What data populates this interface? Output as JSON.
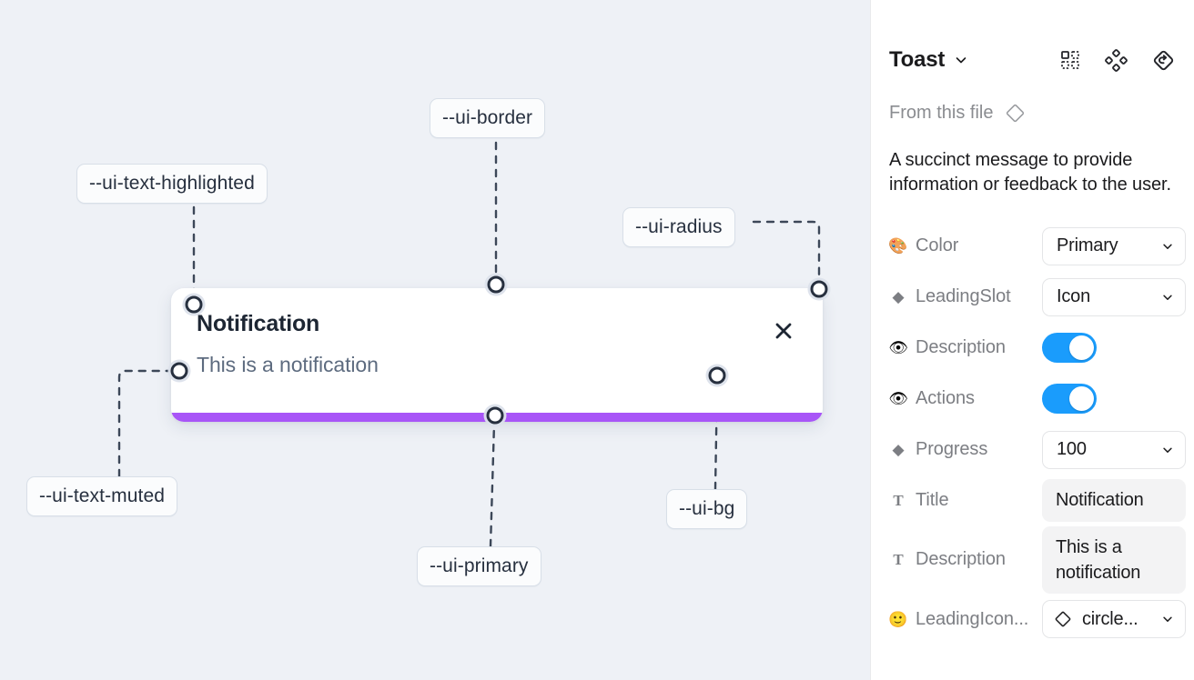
{
  "canvas": {
    "background_color": "#eef1f6",
    "token_labels": [
      {
        "id": "ui-text-highlighted",
        "text": "--ui-text-highlighted"
      },
      {
        "id": "ui-border",
        "text": "--ui-border"
      },
      {
        "id": "ui-radius",
        "text": "--ui-radius"
      },
      {
        "id": "ui-text-muted",
        "text": "--ui-text-muted"
      },
      {
        "id": "ui-primary",
        "text": "--ui-primary"
      },
      {
        "id": "ui-bg",
        "text": "--ui-bg"
      }
    ],
    "toast": {
      "title": "Notification",
      "description": "This is a notification",
      "close_icon": "close-x-icon",
      "progress_color": "#a855f7",
      "background_color": "#ffffff"
    }
  },
  "panel": {
    "title": "Toast",
    "title_chevron_icon": "chevron-down-icon",
    "header_icons": [
      {
        "id": "variants-grid-icon",
        "name": "variants-grid-icon"
      },
      {
        "id": "component-set-icon",
        "name": "component-set-icon"
      },
      {
        "id": "reset-instance-icon",
        "name": "reset-instance-icon"
      }
    ],
    "from_file": {
      "label": "From this file",
      "icon": "diamond-component-icon"
    },
    "description": "A succinct message to provide information or feedback to the user.",
    "properties": [
      {
        "icon": "palette-emoji",
        "glyph": "🎨",
        "label": "Color",
        "type": "select",
        "value": "Primary"
      },
      {
        "icon": "diamond-filled-icon",
        "glyph": "◆",
        "label": "LeadingSlot",
        "type": "select",
        "value": "Icon"
      },
      {
        "icon": "eye-emoji",
        "glyph": "👁",
        "label": "Description",
        "type": "toggle",
        "value": "on"
      },
      {
        "icon": "eye-emoji",
        "glyph": "👁",
        "label": "Actions",
        "type": "toggle",
        "value": "on"
      },
      {
        "icon": "diamond-filled-icon",
        "glyph": "◆",
        "label": "Progress",
        "type": "select",
        "value": "100"
      },
      {
        "icon": "text-type-icon",
        "glyph": "T",
        "label": "Title",
        "type": "text",
        "value": "Notification"
      },
      {
        "icon": "text-type-icon",
        "glyph": "T",
        "label": "Description",
        "type": "text",
        "value": "This is a notification"
      },
      {
        "icon": "smiley-emoji",
        "glyph": "🙂",
        "label": "LeadingIcon...",
        "type": "instance-select",
        "value": "circle...",
        "lead_icon": "diamond-component-icon"
      }
    ],
    "toggle_on_color": "#1a9cfc"
  }
}
